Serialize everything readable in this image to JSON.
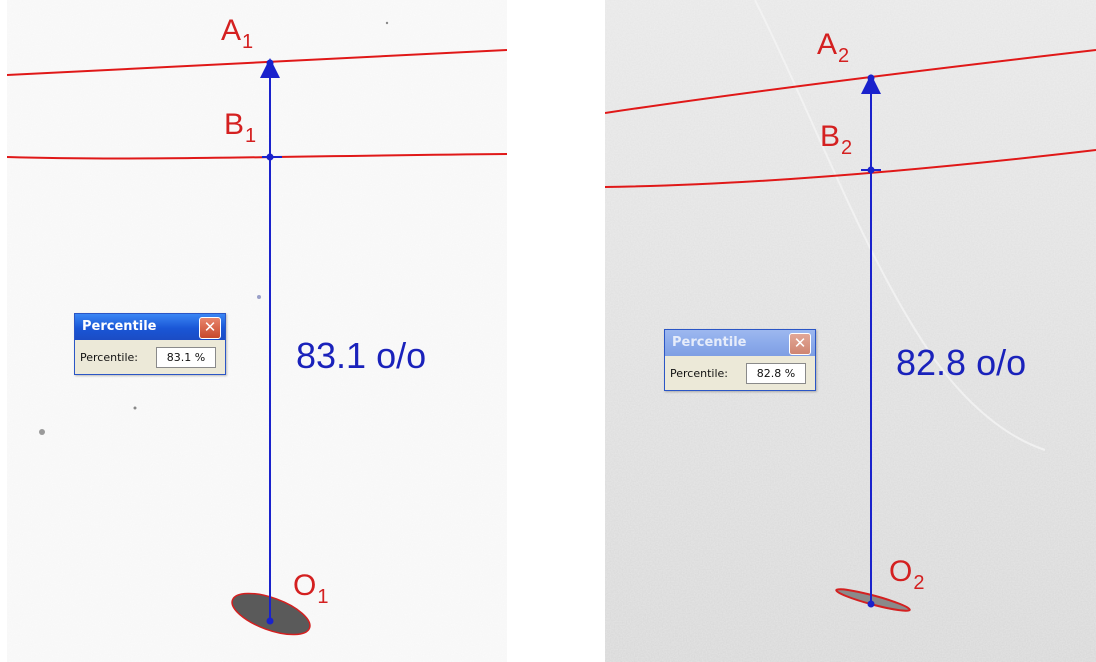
{
  "panels": [
    {
      "labels": {
        "a": "A",
        "a_sub": "1",
        "b": "B",
        "b_sub": "1",
        "o": "O",
        "o_sub": "1"
      },
      "ratio_text": "83.1 o/o",
      "dialog": {
        "title": "Percentile",
        "close_glyph": "✕",
        "field_label": "Percentile:",
        "field_value": "83.1 %"
      }
    },
    {
      "labels": {
        "a": "A",
        "a_sub": "2",
        "b": "B",
        "b_sub": "2",
        "o": "O",
        "o_sub": "2"
      },
      "ratio_text": "82.8 o/o",
      "dialog": {
        "title": "Percentile",
        "close_glyph": "✕",
        "field_label": "Percentile:",
        "field_value": "82.8 %"
      }
    }
  ],
  "colors": {
    "boundary_line": "#e01818",
    "measure_line": "#1a22cc",
    "label_red": "#d42020",
    "ratio_blue": "#1a22bb"
  },
  "icons": [
    "close-icon"
  ]
}
